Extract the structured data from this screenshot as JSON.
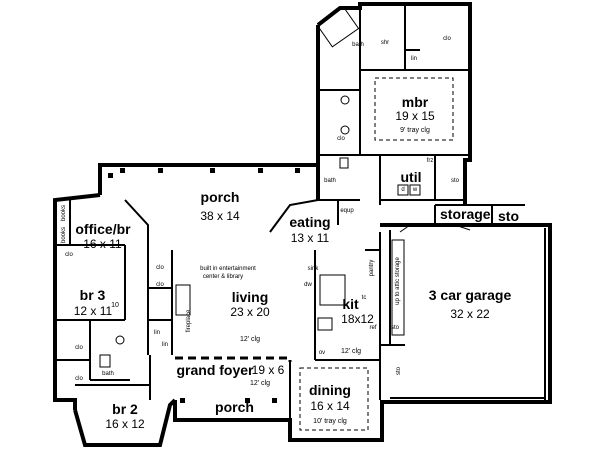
{
  "rooms": {
    "mbr": {
      "name": "mbr",
      "dim": "19 x 15",
      "note": "9' tray clg"
    },
    "porch_rear": {
      "name": "porch",
      "dim": "38 x 14"
    },
    "eating": {
      "name": "eating",
      "dim": "13 x 11"
    },
    "office": {
      "name": "office/br",
      "dim": "16 x 11"
    },
    "br3": {
      "name": "br 3",
      "dim": "12 x 11"
    },
    "living": {
      "name": "living",
      "dim": "23 x 20",
      "note": "12' clg"
    },
    "kit": {
      "name": "kit",
      "dim": "18x12",
      "note": "12' clg"
    },
    "garage": {
      "name": "3 car garage",
      "dim": "32 x 22"
    },
    "storage": {
      "name": "storage"
    },
    "sto_garage": {
      "name": "sto"
    },
    "grand_foyer": {
      "name": "grand foyer",
      "dim": "19 x 6",
      "note": "12' clg"
    },
    "dining": {
      "name": "dining",
      "dim": "16 x 14",
      "note": "10' tray clg"
    },
    "br2": {
      "name": "br 2",
      "dim": "16 x 12"
    },
    "porch_front": {
      "name": "porch"
    },
    "util": {
      "name": "util"
    }
  },
  "small_labels": {
    "bath_mbr": "bath",
    "shr": "shr",
    "clo_mbr1": "clo",
    "clo_mbr2": "clo",
    "lin": "lin",
    "bath_mid": "bath",
    "equip": "equp",
    "frz": "frz",
    "sto_util": "sto",
    "d": "d",
    "w": "w",
    "books1": "books",
    "books2": "books",
    "clo_off": "clo",
    "clo_liv1": "clo",
    "clo_liv2": "clo",
    "clo_br3": "clo",
    "clo_br2": "clo",
    "bath_br": "bath",
    "fireplace": "fireplace",
    "entertainment1": "built in entertainment",
    "entertainment2": "center & library",
    "sink": "sink",
    "dw": "dw",
    "pantry": "pantry",
    "tc": "tc",
    "ref": "ref",
    "ov": "ov",
    "attic": "up to attic storage",
    "sto_kit": "sto",
    "sto_garage_side": "sto",
    "br3_ten": "10",
    "lin2": "lin",
    "lin3": "lin"
  }
}
